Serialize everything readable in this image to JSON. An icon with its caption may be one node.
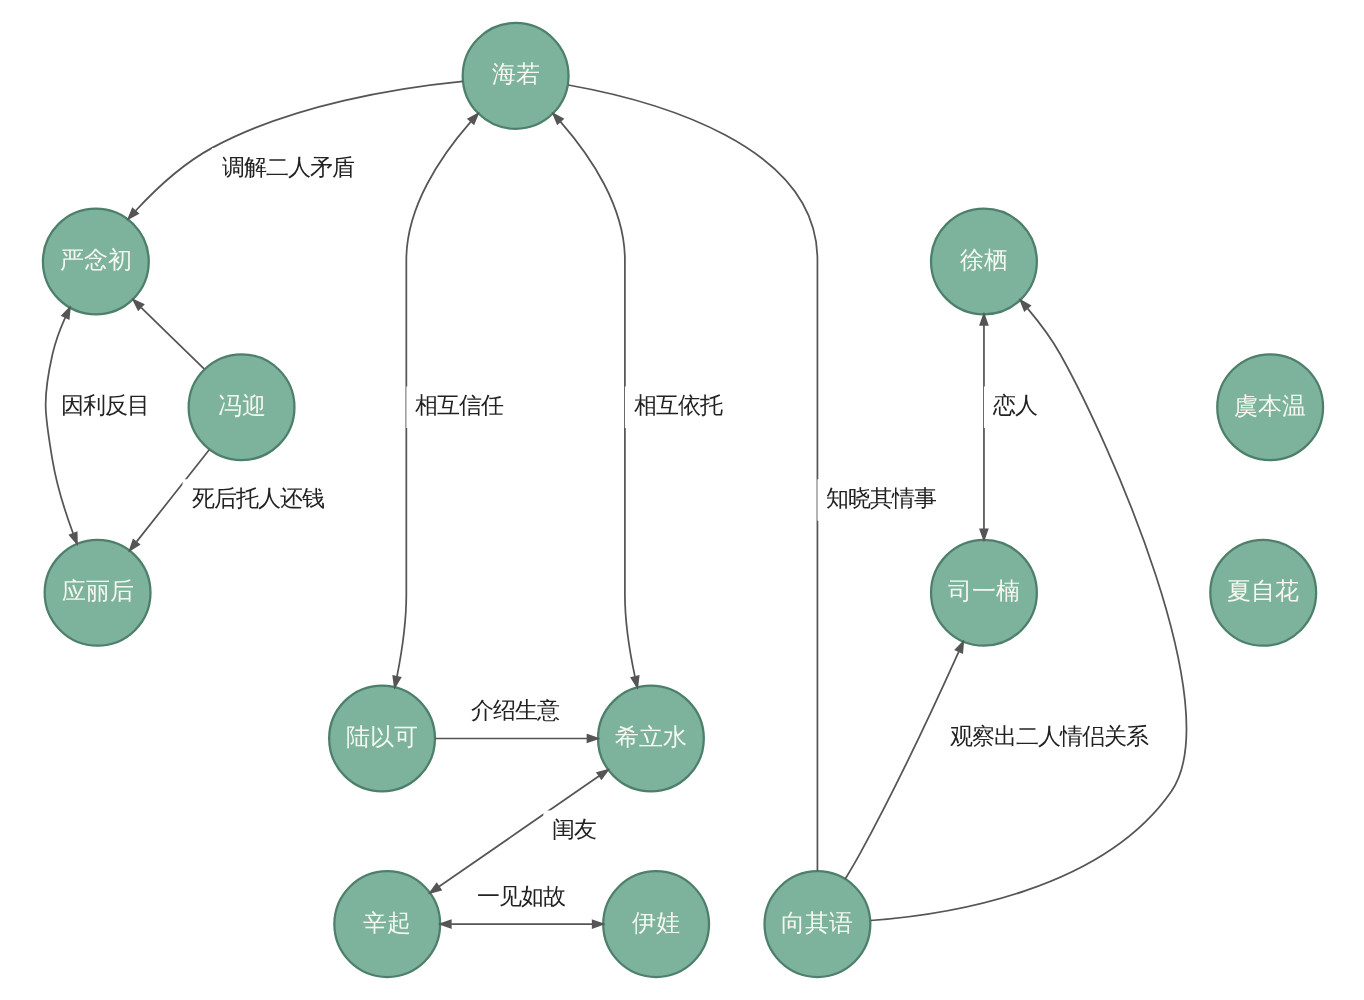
{
  "diagram": {
    "nodes": [
      {
        "text": [
          "严念初"
        ]
      },
      {
        "text": [
          "海若"
        ]
      },
      {
        "text": [
          "徐栖"
        ]
      },
      {
        "text": [
          "冯迎"
        ]
      },
      {
        "text": [
          "虞本温"
        ]
      },
      {
        "text": [
          "应丽后"
        ]
      },
      {
        "text": [
          "夏自花"
        ]
      },
      {
        "text": [
          "司一楠"
        ]
      },
      {
        "text": [
          "陆以可"
        ]
      },
      {
        "text": [
          "希立水"
        ]
      },
      {
        "text": [
          "辛起"
        ]
      },
      {
        "text": [
          "伊娃"
        ]
      },
      {
        "text": [
          "向其语"
        ]
      }
    ],
    "edges": [
      {
        "from": 1,
        "to": 0,
        "arrow": "to",
        "label": "调解二人矛盾"
      },
      {
        "from": 1,
        "to": 12,
        "arrow": "none",
        "label": "知晓其情事"
      },
      {
        "from": 3,
        "to": 0,
        "arrow": "to"
      },
      {
        "from": 3,
        "to": 5,
        "arrow": "to",
        "label": "死后托人还钱"
      },
      {
        "from": 0,
        "to": 5,
        "arrow": "both",
        "label": "因利反目"
      },
      {
        "from": 1,
        "to": 8,
        "arrow": "both",
        "label": "相互信任"
      },
      {
        "from": 1,
        "to": 9,
        "arrow": "both",
        "label": "相互依托"
      },
      {
        "from": 8,
        "to": 9,
        "arrow": "to",
        "label": "介绍生意"
      },
      {
        "from": 2,
        "to": 7,
        "arrow": "both",
        "label": "恋人"
      },
      {
        "from": 12,
        "to": 2,
        "arrow": "to"
      },
      {
        "from": 12,
        "to": 7,
        "arrow": "to",
        "label": "观察出二人情侣关系"
      },
      {
        "from": 10,
        "to": 9,
        "arrow": "both",
        "label": "闺友"
      },
      {
        "from": 10,
        "to": 11,
        "arrow": "both",
        "label": "一见如故"
      }
    ]
  }
}
